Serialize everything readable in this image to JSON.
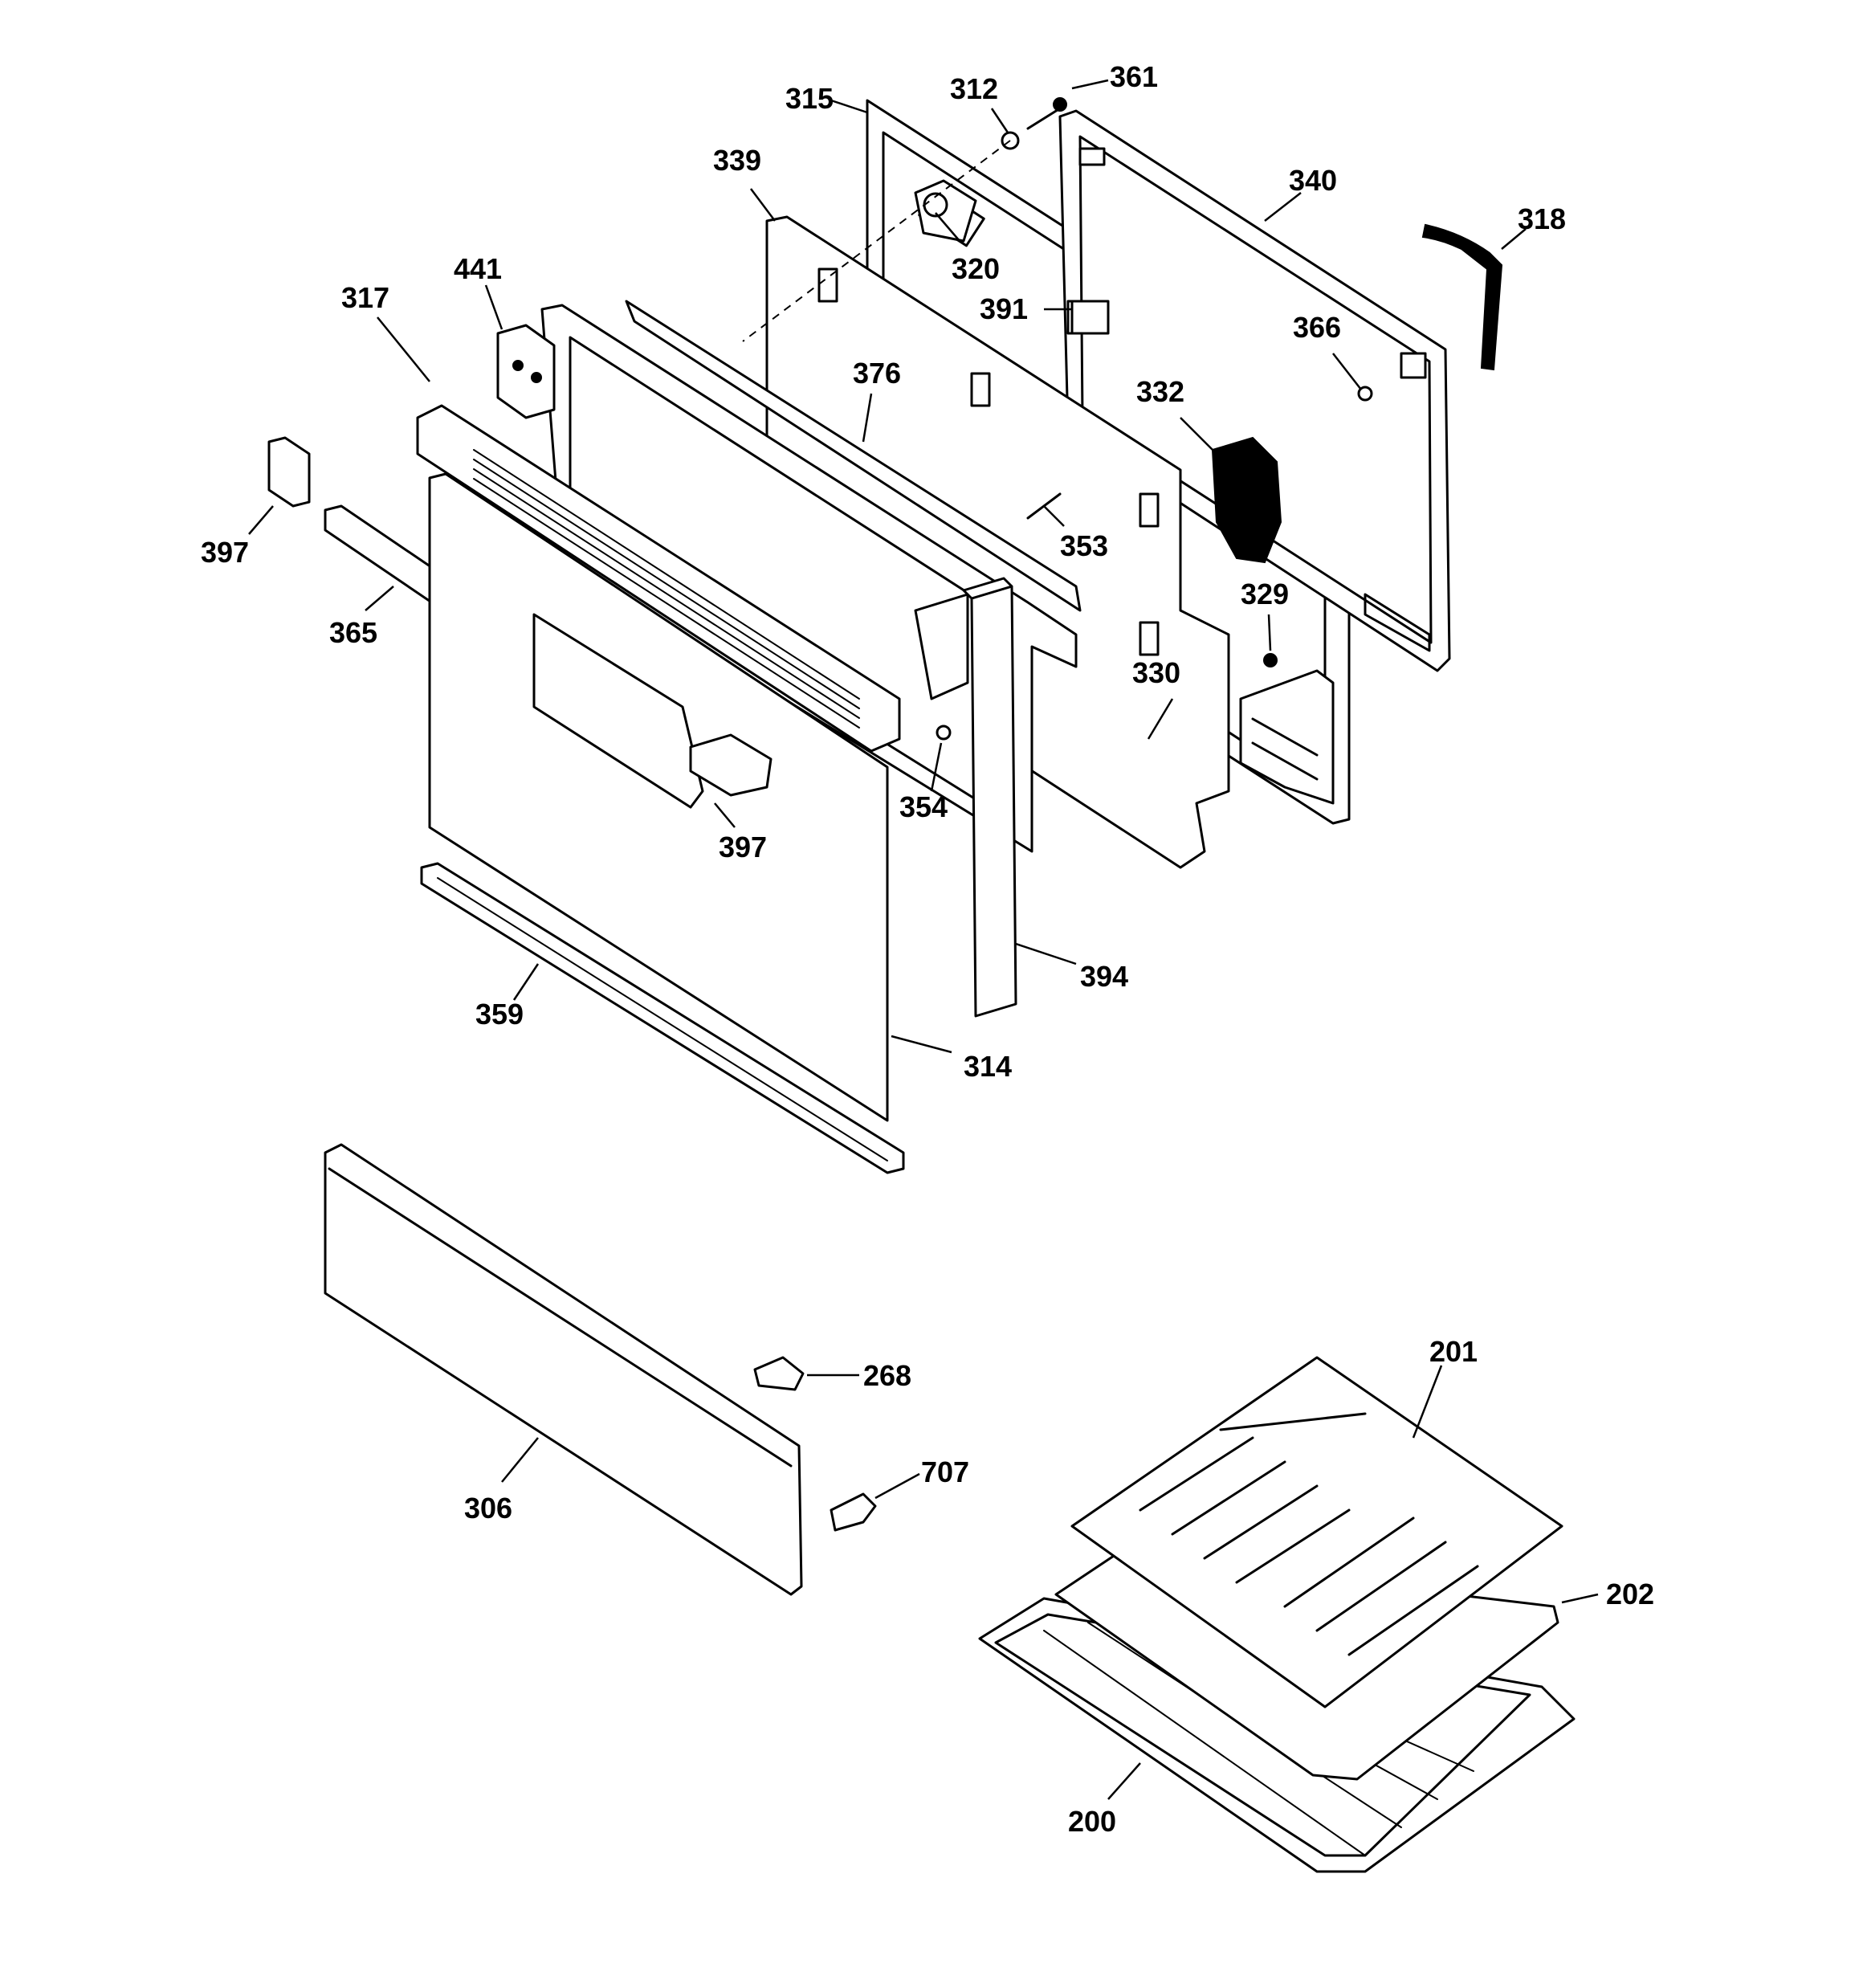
{
  "callouts": [
    {
      "id": "c315",
      "text": "315"
    },
    {
      "id": "c312",
      "text": "312"
    },
    {
      "id": "c361",
      "text": "361"
    },
    {
      "id": "c339",
      "text": "339"
    },
    {
      "id": "c340",
      "text": "340"
    },
    {
      "id": "c318",
      "text": "318"
    },
    {
      "id": "c320",
      "text": "320"
    },
    {
      "id": "c441",
      "text": "441"
    },
    {
      "id": "c317",
      "text": "317"
    },
    {
      "id": "c391",
      "text": "391"
    },
    {
      "id": "c366",
      "text": "366"
    },
    {
      "id": "c376",
      "text": "376"
    },
    {
      "id": "c332",
      "text": "332"
    },
    {
      "id": "c397a",
      "text": "397"
    },
    {
      "id": "c353",
      "text": "353"
    },
    {
      "id": "c329",
      "text": "329"
    },
    {
      "id": "c365",
      "text": "365"
    },
    {
      "id": "c330",
      "text": "330"
    },
    {
      "id": "c354",
      "text": "354"
    },
    {
      "id": "c397b",
      "text": "397"
    },
    {
      "id": "c394",
      "text": "394"
    },
    {
      "id": "c359",
      "text": "359"
    },
    {
      "id": "c314",
      "text": "314"
    },
    {
      "id": "c201",
      "text": "201"
    },
    {
      "id": "c268",
      "text": "268"
    },
    {
      "id": "c707",
      "text": "707"
    },
    {
      "id": "c202",
      "text": "202"
    },
    {
      "id": "c306",
      "text": "306"
    },
    {
      "id": "c200",
      "text": "200"
    }
  ]
}
